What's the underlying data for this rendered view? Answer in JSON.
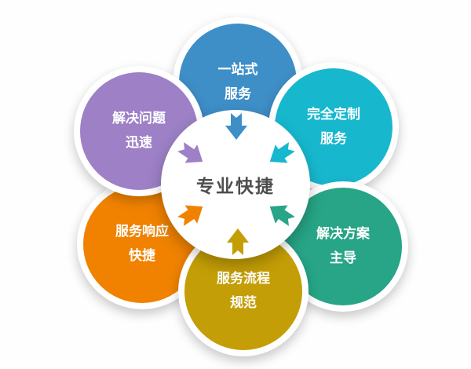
{
  "diagram": {
    "title": "service-features-flower-diagram",
    "center": {
      "label": "专业快捷",
      "bg": "#ffffff",
      "text_color": "#4d4d4d"
    },
    "petals": [
      {
        "id": "one-stop-service",
        "position": "top",
        "lines": [
          "一站式",
          "服务"
        ],
        "color": "#3e8ec7"
      },
      {
        "id": "fully-customized",
        "position": "top-right",
        "lines": [
          "完全定制",
          "服务"
        ],
        "color": "#17b8ce"
      },
      {
        "id": "solution-led",
        "position": "bottom-right",
        "lines": [
          "解决方案",
          "主导"
        ],
        "color": "#27a586"
      },
      {
        "id": "service-process",
        "position": "bottom",
        "lines": [
          "服务流程",
          "规范"
        ],
        "color": "#c49e06"
      },
      {
        "id": "service-response",
        "position": "bottom-left",
        "lines": [
          "服务响应",
          "快捷"
        ],
        "color": "#f08200"
      },
      {
        "id": "problem-solving",
        "position": "top-left",
        "lines": [
          "解决问题",
          "迅速"
        ],
        "color": "#9d80c6"
      }
    ],
    "arrow_icon": "inward-arrow"
  }
}
